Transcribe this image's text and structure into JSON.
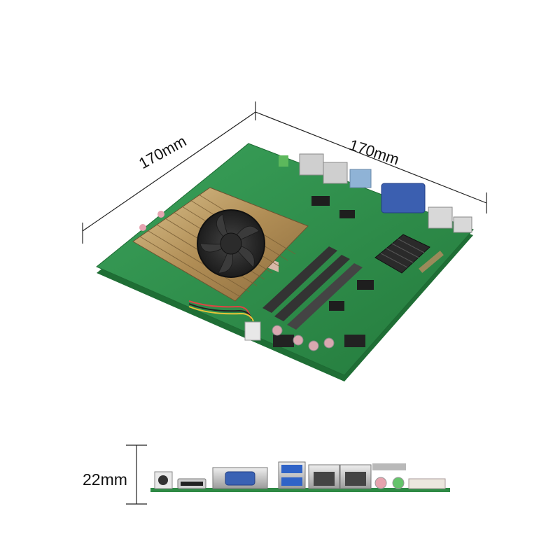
{
  "dimensions": {
    "width_label": "170mm",
    "depth_label": "170mm",
    "height_label": "22mm"
  },
  "colors": {
    "background": "#ffffff",
    "pcb_green": "#2f8f4a",
    "heatsink_gold": "#b99a63",
    "fan_black": "#2a2a2a",
    "dimension_line": "#222222"
  },
  "icons": {
    "top_view": "motherboard-top-view-icon",
    "side_view": "motherboard-io-side-view-icon"
  }
}
